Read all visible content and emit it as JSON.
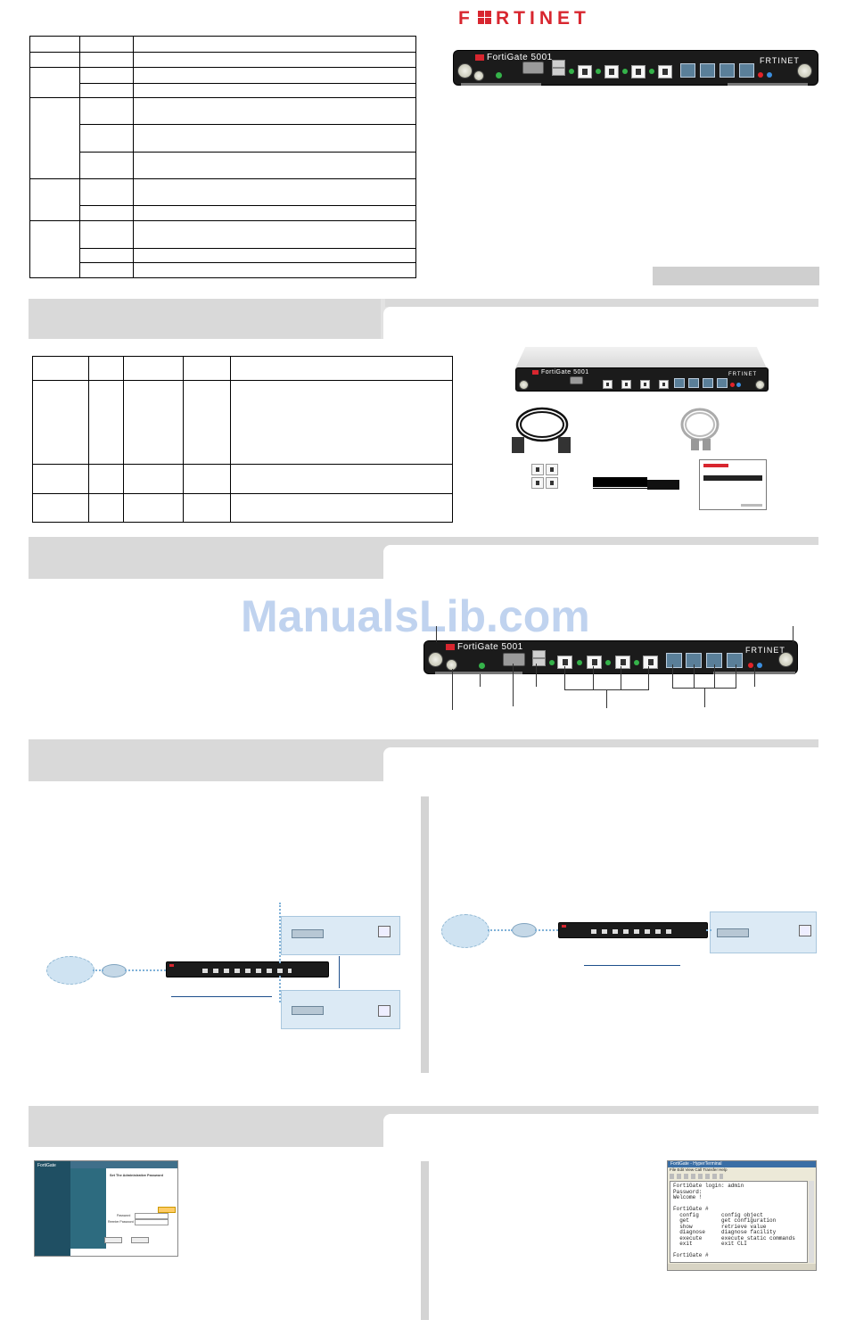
{
  "logo": {
    "text": "F RTINET"
  },
  "device": {
    "model_label": "FortiGate 5001",
    "brand_right": "FRTINET"
  },
  "watermark": "ManualsLib.com",
  "terminal": {
    "title": "FortiGate - HyperTerminal",
    "menu": "File  Edit  View  Call  Transfer  Help",
    "lines": [
      "FortiGate login: admin",
      "Password:",
      "Welcome !",
      "",
      "FortiGate #",
      "  config       config object",
      "  get          get configuration",
      "  show         retrieve value",
      "  diagnose     diagnose facility",
      "  execute      execute static commands",
      "  exit         exit CLI",
      "",
      "FortiGate #"
    ]
  },
  "gui": {
    "brand": "FortiGate",
    "heading": "Set The Administrative Password",
    "password_label": "Password",
    "confirm_label": "Reenter Password"
  },
  "colors": {
    "brand_red": "#d8262f",
    "band_grey": "#e2e2e2",
    "panel_blue": "#dceaf5"
  }
}
